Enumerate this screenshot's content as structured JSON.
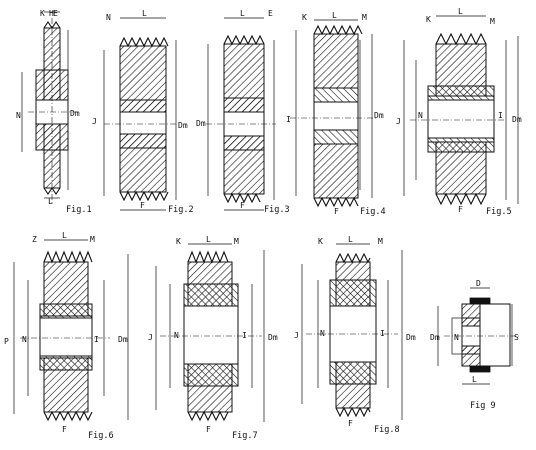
{
  "figures": [
    {
      "caption": "Fig.1",
      "dims": [
        "K",
        "H",
        "E",
        "N",
        "Dm",
        "L"
      ]
    },
    {
      "caption": "Fig.2",
      "dims": [
        "N",
        "L",
        "J",
        "Dm",
        "F"
      ]
    },
    {
      "caption": "Fig.3",
      "dims": [
        "L",
        "E",
        "Dm",
        "F"
      ]
    },
    {
      "caption": "Fig.4",
      "dims": [
        "K",
        "L",
        "M",
        "I",
        "Dm",
        "F"
      ]
    },
    {
      "caption": "Fig.5",
      "dims": [
        "K",
        "L",
        "M",
        "J",
        "N",
        "I",
        "Dm",
        "F"
      ]
    },
    {
      "caption": "Fig.6",
      "dims": [
        "Z",
        "L",
        "M",
        "P",
        "N",
        "I",
        "Dm",
        "F"
      ]
    },
    {
      "caption": "Fig.7",
      "dims": [
        "K",
        "L",
        "M",
        "J",
        "N",
        "I",
        "Dm",
        "F"
      ]
    },
    {
      "caption": "Fig.8",
      "dims": [
        "K",
        "L",
        "M",
        "J",
        "N",
        "I",
        "Dm",
        "F"
      ]
    },
    {
      "caption": "Fig 9",
      "dims": [
        "D",
        "Dm",
        "N",
        "S",
        "L"
      ]
    }
  ]
}
